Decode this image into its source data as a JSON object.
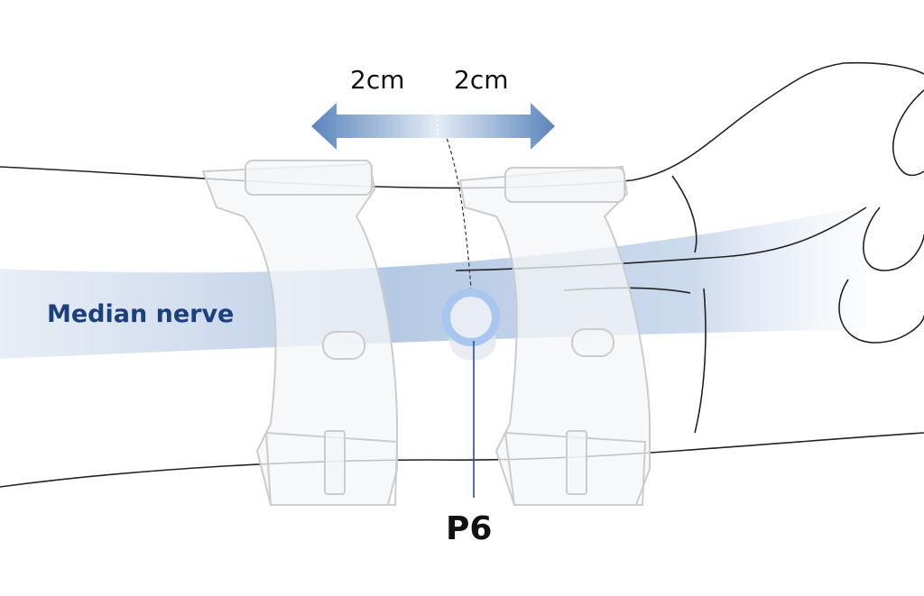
{
  "labels": {
    "distance_left": "2cm",
    "distance_right": "2cm",
    "nerve": "Median nerve",
    "point": "P6"
  },
  "colors": {
    "nerve_text": "#1c3f7d",
    "arrow": "#5a84bb",
    "nerve_band": "#b9cbe4",
    "point_ring": "#a8c6ee"
  }
}
